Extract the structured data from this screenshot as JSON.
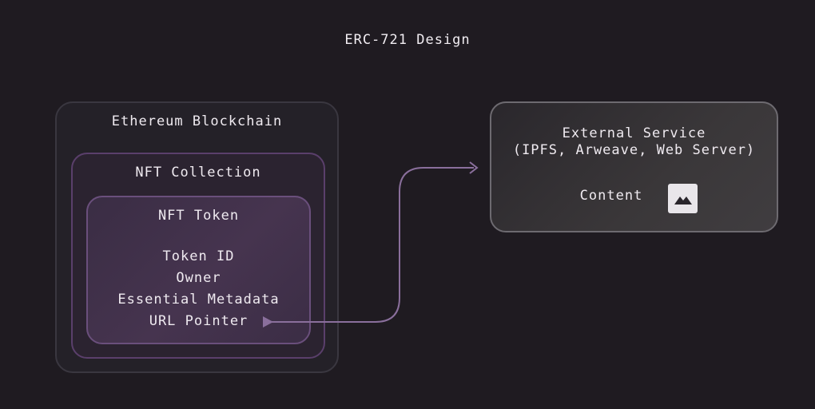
{
  "title": "ERC-721 Design",
  "blockchain": {
    "label": "Ethereum Blockchain"
  },
  "collection": {
    "label": "NFT Collection"
  },
  "token": {
    "label": "NFT Token",
    "fields": [
      "Token ID",
      "Owner",
      "Essential Metadata",
      "URL Pointer"
    ]
  },
  "external": {
    "label_line1": "External Service",
    "label_line2": "(IPFS, Arweave, Web Server)",
    "content_label": "Content",
    "content_icon": "image-icon"
  },
  "colors": {
    "background": "#1f1b21",
    "connector": "#8a6f9c",
    "token_fill": "#46344f"
  }
}
